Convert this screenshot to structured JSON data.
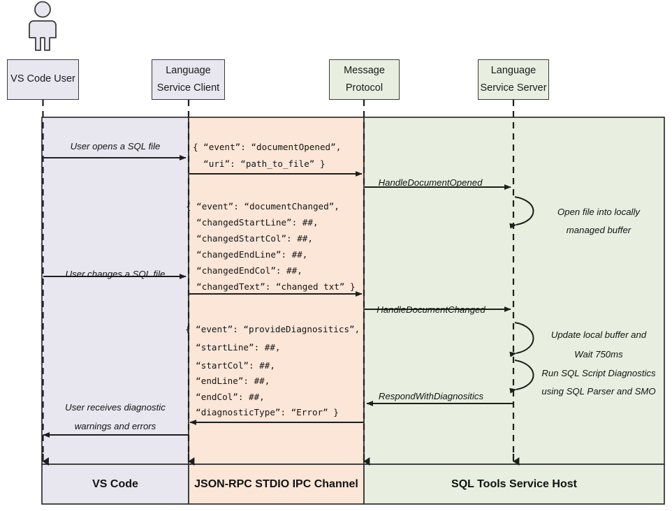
{
  "diagram": {
    "title": "SQL Tools Service language service sequence diagram",
    "colors": {
      "client_band": "#e8e6ef",
      "ipc_band": "#fbe6d8",
      "server_band": "#e8efe0",
      "stroke": "#2e2e2e"
    },
    "participants": [
      {
        "id": "vs-code-user",
        "line1": "VS Code User",
        "line2": ""
      },
      {
        "id": "language-service-client",
        "line1": "Language",
        "line2": "Service Client"
      },
      {
        "id": "message-protocol",
        "line1": "Message",
        "line2": "Protocol"
      },
      {
        "id": "language-service-server",
        "line1": "Language",
        "line2": "Service Server"
      }
    ],
    "messages": [
      {
        "id": "user-opens-sql-file",
        "text": "User opens a SQL file"
      },
      {
        "id": "handle-document-opened",
        "text": "HandleDocumentOpened"
      },
      {
        "id": "user-changes-sql-file",
        "text": "User changes a SQL file"
      },
      {
        "id": "handle-document-changed",
        "text": "HandleDocumentChanged"
      },
      {
        "id": "respond-with-diagnostics",
        "text": "RespondWithDiagnositics"
      },
      {
        "id": "user-receives-diagnostics-line1",
        "text": "User receives diagnostic"
      },
      {
        "id": "user-receives-diagnostics-line2",
        "text": "warnings and errors"
      }
    ],
    "payloads": {
      "document_opened": [
        "{ “event”: “documentOpened”,",
        "  “uri”: “path_to_file” }"
      ],
      "document_changed": [
        "{ “event”: “documentChanged”,",
        "  “changedStartLine”: ##,",
        "  “changedStartCol”: ##,",
        "  “changedEndLine”: ##,",
        "  “changedEndCol”: ##,",
        "  “changedText”: “changed txt” }"
      ],
      "provide_diagnostics": [
        "{ “event”: “provideDiagnositics”,",
        "  “startLine”: ##,",
        "  “startCol”: ##,",
        "  “endLine”: ##,",
        "  “endCol”: ##,",
        "  “diagnosticType”: “Error” }"
      ]
    },
    "self_notes": [
      {
        "id": "open-file-buffer",
        "line1": "Open file into locally",
        "line2": "managed buffer"
      },
      {
        "id": "update-buffer-wait",
        "line1": "Update local buffer and",
        "line2": "Wait 750ms"
      },
      {
        "id": "run-diagnostics",
        "line1": "Run SQL Script Diagnostics",
        "line2": "using SQL Parser and SMO"
      }
    ],
    "footer": {
      "vscode": "VS Code",
      "ipc": "JSON-RPC STDIO IPC Channel",
      "host": "SQL Tools Service Host"
    }
  }
}
